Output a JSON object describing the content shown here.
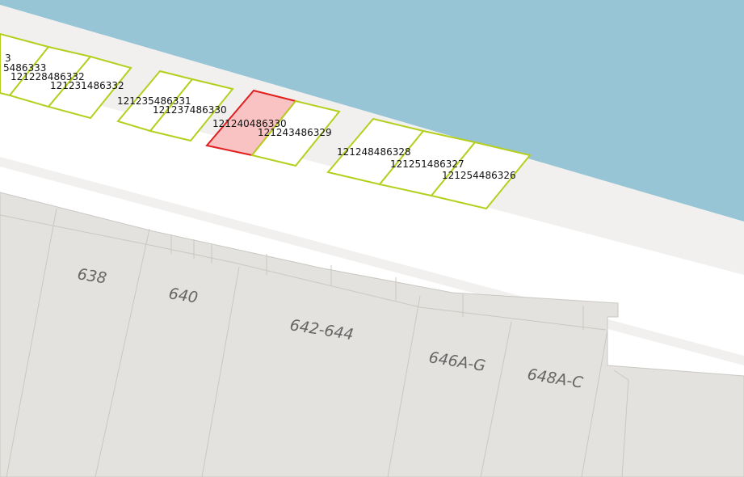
{
  "map": {
    "colors": {
      "water": "#97c5d5",
      "sidewalk": "#f1f0ef",
      "road": "#ffffff",
      "building": "#e3e2de",
      "building_edge": "#c9c8c3",
      "parcel_outline": "#b5cf1f",
      "selected_fill": "#f9c3c3",
      "selected_outline": "#e0201f"
    },
    "parcels": [
      {
        "id": "p-121228486332",
        "label": "121228486332"
      },
      {
        "id": "p-121231486332",
        "label": "121231486332"
      },
      {
        "id": "p-121235486331",
        "label": "121235486331"
      },
      {
        "id": "p-121237486330",
        "label": "121237486330"
      },
      {
        "id": "p-121240486330",
        "label": "121240486330",
        "selected": true
      },
      {
        "id": "p-121243486329",
        "label": "121243486329"
      },
      {
        "id": "p-121248486328",
        "label": "121248486328"
      },
      {
        "id": "p-121251486327",
        "label": "121251486327"
      },
      {
        "id": "p-121254486326",
        "label": "121254486326"
      }
    ],
    "partial_labels": [
      "3",
      "5486333"
    ],
    "buildings": [
      {
        "label": "638"
      },
      {
        "label": "640"
      },
      {
        "label": "642-644"
      },
      {
        "label": "646A-G"
      },
      {
        "label": "648A-C"
      }
    ]
  }
}
